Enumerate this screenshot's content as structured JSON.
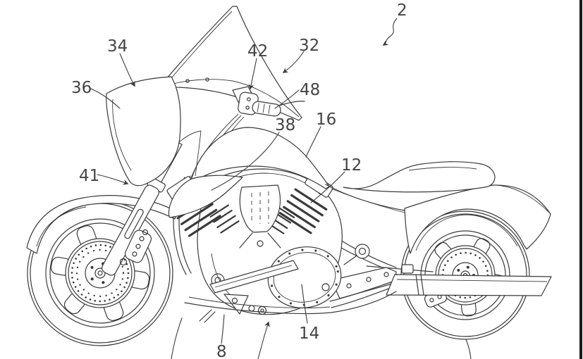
{
  "figure": {
    "kind": "patent line drawing",
    "subject": "bagger-style motorcycle, left side view with fairing, windshield, V-twin engine and saddlebag",
    "line_color": "#3a3a3a",
    "background": "#ffffff",
    "page_border_color": "#1a1a1a"
  },
  "callouts": {
    "n2": "2",
    "n8": "8",
    "n12": "12",
    "n14": "14",
    "n16": "16",
    "n32": "32",
    "n34": "34",
    "n36": "36",
    "n38": "38",
    "n41": "41",
    "n42": "42",
    "n48": "48"
  }
}
